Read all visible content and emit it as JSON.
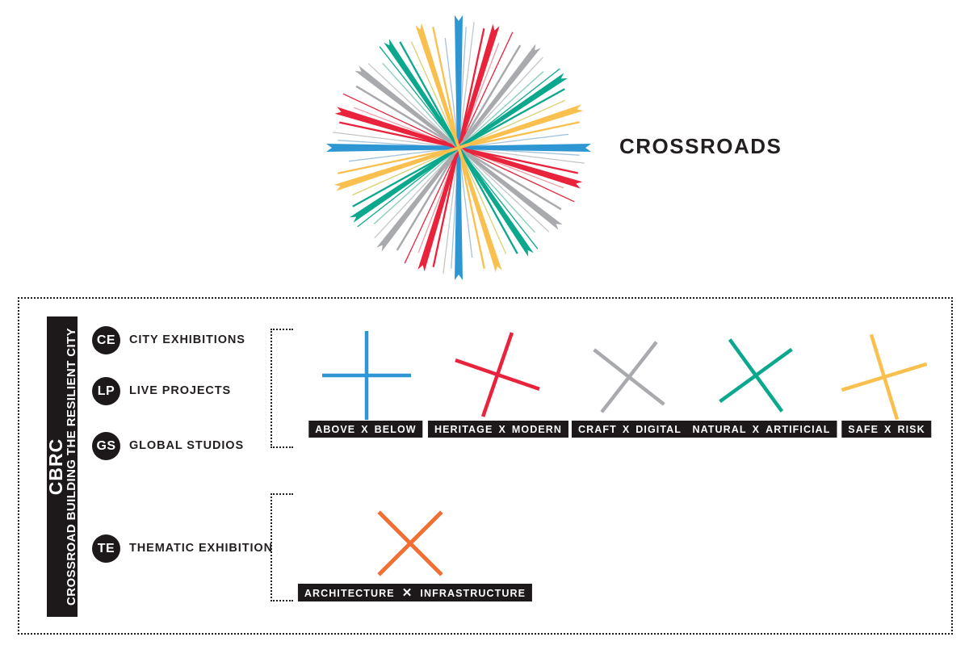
{
  "title": "CROSSROADS",
  "palette": {
    "ink": "#231f20",
    "blue": "#2d96d3",
    "red": "#e8233b",
    "gray": "#a8aaad",
    "teal": "#0ba88d",
    "yellow": "#f9c04f",
    "orange": "#f26f33",
    "lightblue": "#a3c3dc",
    "lightgray": "#c3c5c7",
    "pink": "#ec9aa4",
    "lightteal": "#8fcec0",
    "olive": "#d8d173"
  },
  "starburst": {
    "crosses": [
      {
        "color": "blue",
        "rotation": 0,
        "radius": 164,
        "width": 8
      },
      {
        "color": "red",
        "rotation": 17,
        "radius": 159,
        "width": 7
      },
      {
        "color": "gray",
        "rotation": 38,
        "radius": 160,
        "width": 6.5
      },
      {
        "color": "teal",
        "rotation": -34,
        "radius": 160,
        "width": 6.5
      },
      {
        "color": "yellow",
        "rotation": -18,
        "radius": 161,
        "width": 6.5
      }
    ],
    "quadrants": [
      0,
      90,
      180,
      270
    ],
    "thin_rays": [
      [
        3.5,
        "lightblue",
        1.3,
        150
      ],
      [
        7,
        "lightgray",
        1.3,
        157
      ],
      [
        12,
        "red",
        2.3,
        151
      ],
      [
        21,
        "pink",
        1.3,
        139
      ],
      [
        25,
        "red",
        1.3,
        158
      ],
      [
        31,
        "gray",
        2.5,
        148
      ],
      [
        43,
        "lightgray",
        1.3,
        153
      ],
      [
        48,
        "lightteal",
        1.4,
        141
      ],
      [
        52,
        "teal",
        1.3,
        159
      ],
      [
        61,
        "teal",
        2.3,
        150
      ],
      [
        66,
        "olive",
        1.3,
        144
      ],
      [
        78,
        "yellow",
        2.3,
        153
      ],
      [
        83,
        "lightblue",
        1.3,
        137
      ]
    ]
  },
  "program": {
    "code": "CBRC",
    "name": "CROSSROAD BUILDING THE RESILIENT CITY",
    "items": [
      {
        "code": "CE",
        "label": "CITY EXHIBITIONS"
      },
      {
        "code": "LP",
        "label": "LIVE PROJECTS"
      },
      {
        "code": "GS",
        "label": "GLOBAL STUDIOS"
      },
      {
        "code": "TE",
        "label": "THEMATIC EXHIBITION"
      }
    ]
  },
  "crossroads_row": [
    {
      "left": "ABOVE",
      "sep": "X",
      "right": "BELOW",
      "color": "blue",
      "rotation": 0,
      "stroke": 4.5
    },
    {
      "left": "HERITAGE",
      "sep": "X",
      "right": "MODERN",
      "color": "red",
      "rotation": 19,
      "stroke": 4.5
    },
    {
      "left": "CRAFT",
      "sep": "X",
      "right": "DIGITAL",
      "color": "gray",
      "rotation": 38,
      "stroke": 4.5
    },
    {
      "left": "NATURAL",
      "sep": "X",
      "right": "ARTIFICIAL",
      "color": "teal",
      "rotation": -36,
      "stroke": 4.5
    },
    {
      "left": "SAFE",
      "sep": "X",
      "right": "RISK",
      "color": "yellow",
      "rotation": -17,
      "stroke": 4.5
    }
  ],
  "thematic_row": [
    {
      "left": "ARCHITECTURE",
      "sep": "✕",
      "right": "INFRASTRUCTURE",
      "color": "orange",
      "rotation": 45,
      "stroke": 5
    }
  ]
}
